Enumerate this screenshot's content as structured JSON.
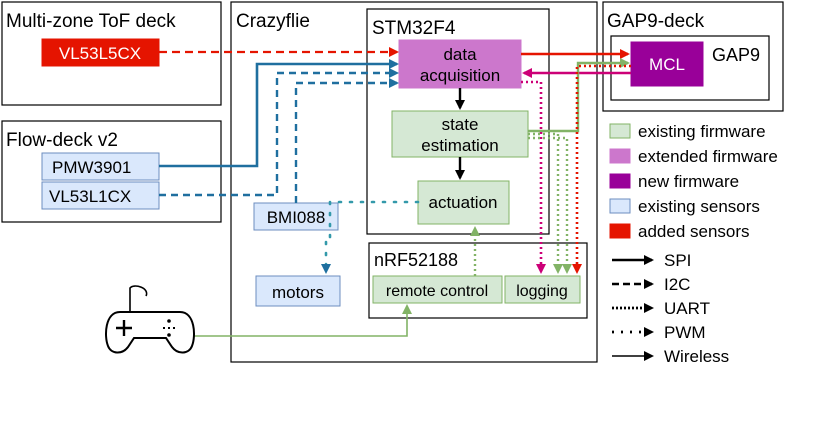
{
  "blocks": {
    "tof_deck": "Multi-zone ToF deck",
    "vl53l5cx": "VL53L5CX",
    "flow_deck": "Flow-deck v2",
    "pmw3901": "PMW3901",
    "vl53l1cx": "VL53L1CX",
    "crazyflie": "Crazyflie",
    "stm32f4": "STM32F4",
    "data_acq_line1": "data",
    "data_acq_line2": "acquisition",
    "state_est_line1": "state",
    "state_est_line2": "estimation",
    "actuation": "actuation",
    "bmi088": "BMI088",
    "motors": "motors",
    "nrf52188": "nRF52188",
    "remote_control": "remote control",
    "logging": "logging",
    "gap9_deck": "GAP9-deck",
    "gap9": "GAP9",
    "mcl": "MCL"
  },
  "legend_colors": [
    {
      "label": "existing firmware",
      "fill": "#d5e8d4",
      "stroke": "#82b366"
    },
    {
      "label": "extended firmware",
      "fill": "#cc77cc",
      "stroke": "#cc77cc"
    },
    {
      "label": "new firmware",
      "fill": "#990099",
      "stroke": "#990099"
    },
    {
      "label": "existing sensors",
      "fill": "#dae8fc",
      "stroke": "#6c8ebf"
    },
    {
      "label": "added sensors",
      "fill": "#e51400",
      "stroke": "#e51400"
    }
  ],
  "legend_lines": [
    {
      "label": "SPI",
      "style": "solid-thick"
    },
    {
      "label": "I2C",
      "style": "dashed"
    },
    {
      "label": "UART",
      "style": "dotted"
    },
    {
      "label": "PWM",
      "style": "dot-sparse"
    },
    {
      "label": "Wireless",
      "style": "solid-thin"
    }
  ],
  "colors": {
    "red": "#e51400",
    "blue": "#1f6f9f",
    "green": "#82b366",
    "magenta": "#cc0077",
    "teal": "#3399aa"
  }
}
